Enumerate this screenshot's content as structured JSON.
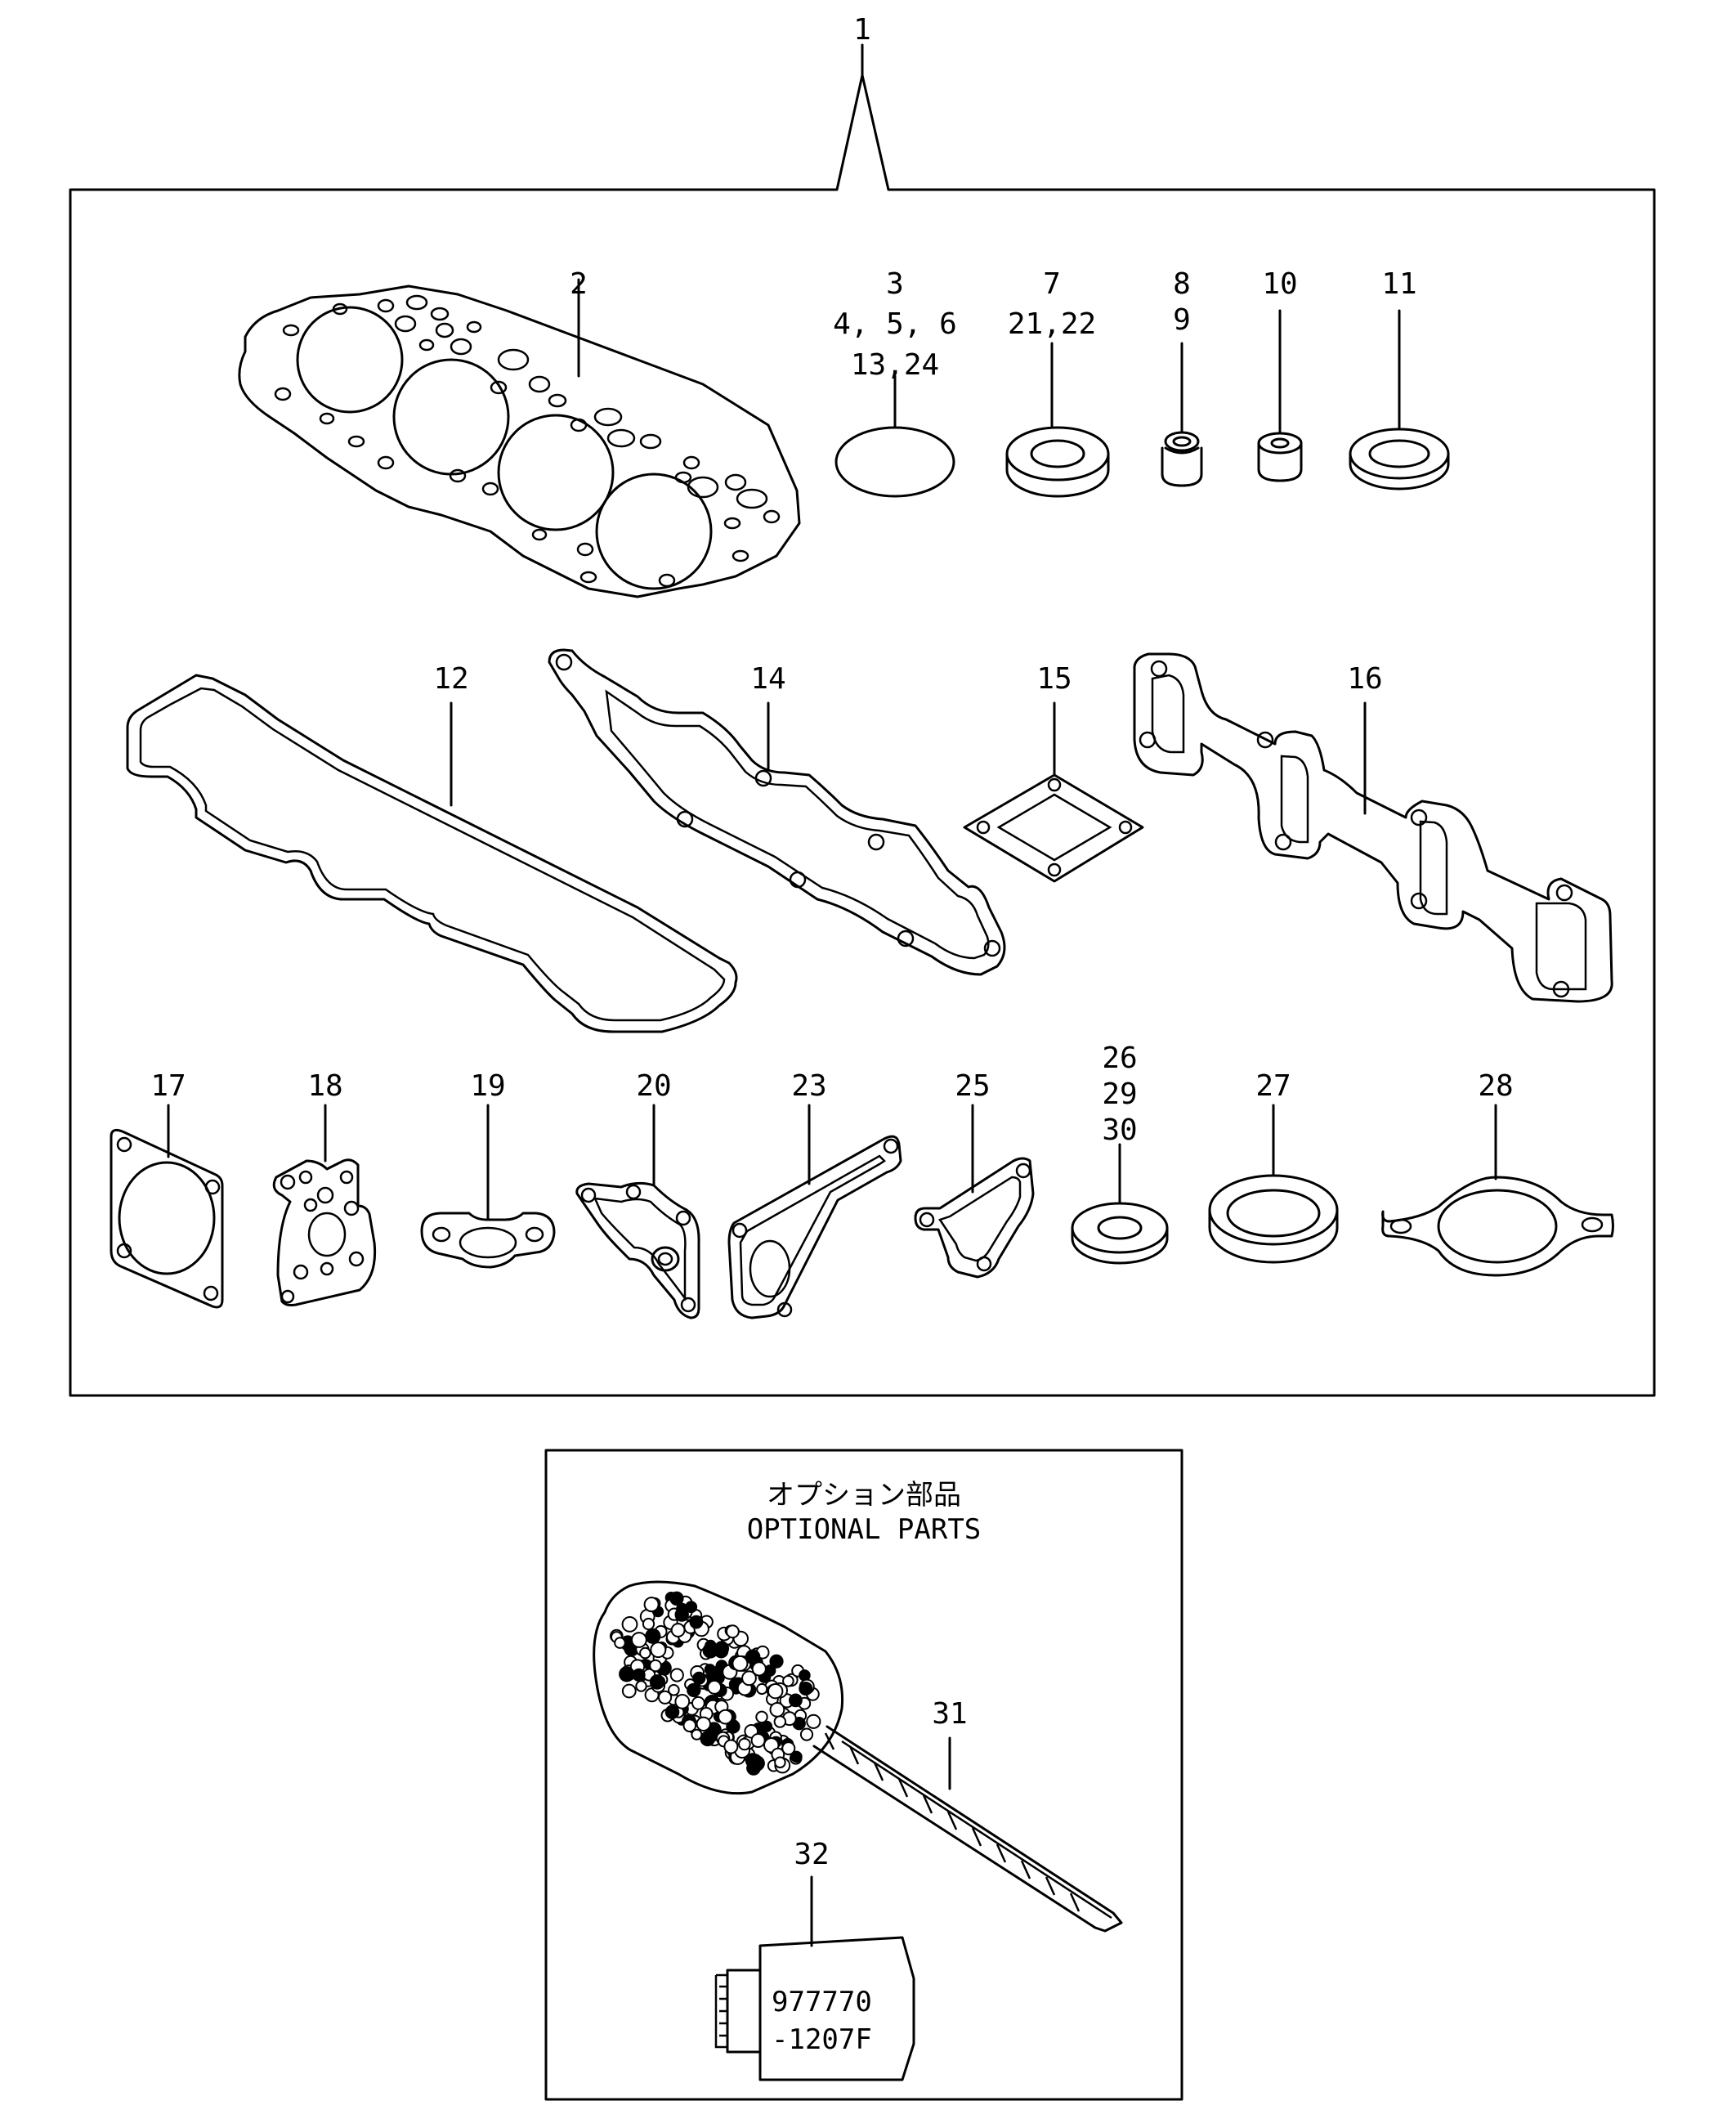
{
  "labels": {
    "kit": "1",
    "head_gasket": "2",
    "oring_a": "3",
    "oring_b": "4, 5, 6",
    "oring_c": "13,24",
    "seal7_a": "7",
    "seal7_b": "21,22",
    "seal8_a": "8",
    "seal8_b": "9",
    "seal10": "10",
    "seal11": "11",
    "cover_gasket": "12",
    "manifold14": "14",
    "gasket15": "15",
    "manifold16": "16",
    "gasket17": "17",
    "gasket18": "18",
    "gasket19": "19",
    "gasket20": "20",
    "gasket23": "23",
    "gasket25": "25",
    "washer_a": "26",
    "washer_b": "29",
    "washer_c": "30",
    "ring27": "27",
    "gasket28": "28",
    "brush": "31",
    "sealant": "32"
  },
  "optional": {
    "title_jp": "オプション部品",
    "title_en": "OPTIONAL PARTS"
  },
  "tube": {
    "line1": "977770",
    "line2": "-1207F"
  }
}
